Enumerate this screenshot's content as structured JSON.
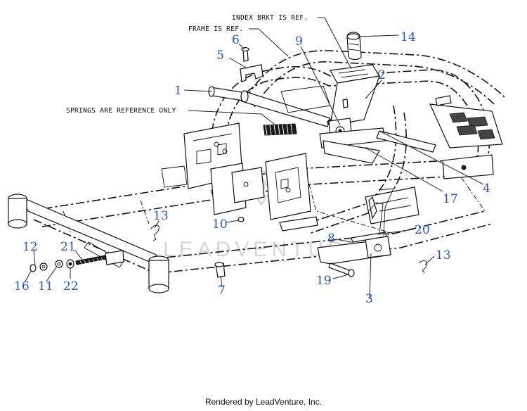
{
  "reference_notes": {
    "index_bracket": "INDEX BRKT IS REF.",
    "frame": "FRAME IS REF.",
    "springs": "SPRINGS ARE REFERENCE ONLY"
  },
  "callouts": [
    "1",
    "2",
    "3",
    "4",
    "5",
    "6",
    "7",
    "8",
    "9",
    "10",
    "11",
    "12",
    "13",
    "13",
    "14",
    "16",
    "17",
    "19",
    "20",
    "21",
    "22"
  ],
  "watermark": "LEADVENTURE",
  "footer": "Rendered by LeadVenture, Inc.",
  "colors": {
    "callout": "#2b55c9",
    "line": "#111111",
    "watermark": "#d6d6d6"
  }
}
